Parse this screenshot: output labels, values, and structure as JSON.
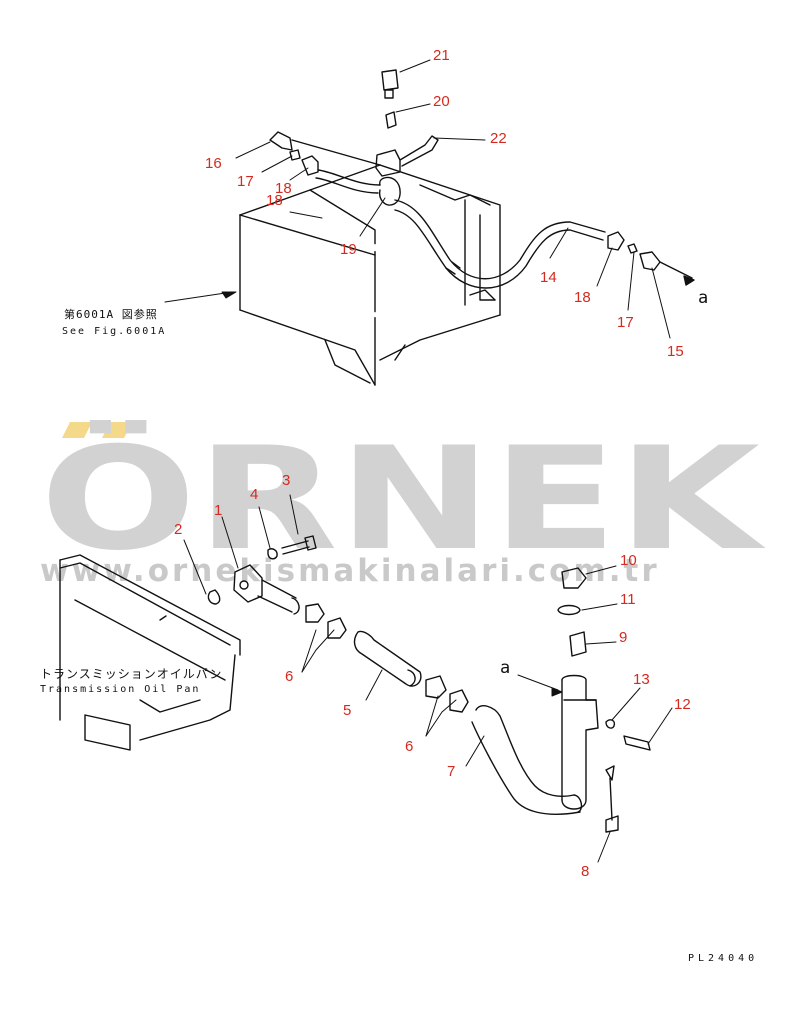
{
  "watermark": {
    "brand": "ÖRNEK",
    "url": "www.ornekismakinalari.com.tr"
  },
  "references": {
    "fig_ref_jp": "第6001A 図参照",
    "fig_ref_en": "See Fig.6001A",
    "pan_jp": "トランスミッションオイルパン",
    "pan_en": "Transmission Oil Pan",
    "arrow_a_top": "a",
    "arrow_a_bottom": "a",
    "drawing_code": "PL24040"
  },
  "part_numbers": [
    {
      "id": "21",
      "text": "21"
    },
    {
      "id": "20",
      "text": "20"
    },
    {
      "id": "22",
      "text": "22"
    },
    {
      "id": "16",
      "text": "16"
    },
    {
      "id": "17a",
      "text": "17"
    },
    {
      "id": "18a",
      "text": "18"
    },
    {
      "id": "18b",
      "text": "18"
    },
    {
      "id": "19",
      "text": "19"
    },
    {
      "id": "14",
      "text": "14"
    },
    {
      "id": "18c",
      "text": "18"
    },
    {
      "id": "17b",
      "text": "17"
    },
    {
      "id": "15",
      "text": "15"
    },
    {
      "id": "3",
      "text": "3"
    },
    {
      "id": "4",
      "text": "4"
    },
    {
      "id": "1",
      "text": "1"
    },
    {
      "id": "2",
      "text": "2"
    },
    {
      "id": "10",
      "text": "10"
    },
    {
      "id": "11",
      "text": "11"
    },
    {
      "id": "9",
      "text": "9"
    },
    {
      "id": "6a",
      "text": "6"
    },
    {
      "id": "5",
      "text": "5"
    },
    {
      "id": "6b",
      "text": "6"
    },
    {
      "id": "7",
      "text": "7"
    },
    {
      "id": "13",
      "text": "13"
    },
    {
      "id": "12",
      "text": "12"
    },
    {
      "id": "8",
      "text": "8"
    }
  ],
  "colors": {
    "label": "#d42a20",
    "line": "#111111",
    "watermark_text": "#d2d2d2",
    "watermark_accent": "#f4d98a"
  }
}
